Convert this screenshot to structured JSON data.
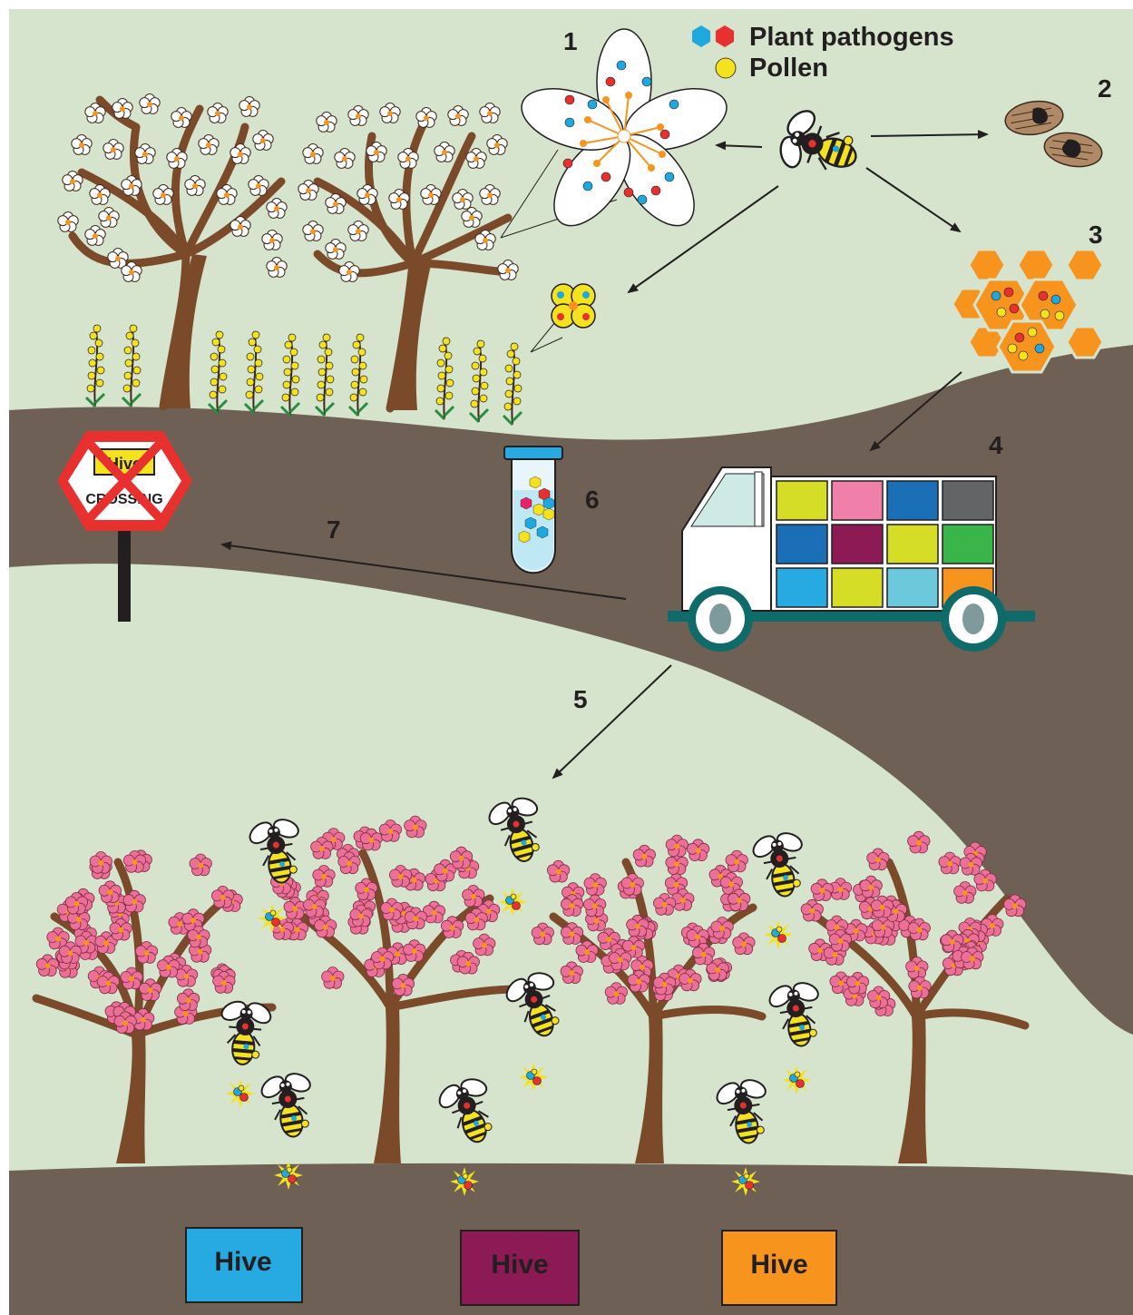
{
  "legend": {
    "pathogens_label": "Plant pathogens",
    "pollen_label": "Pollen",
    "pathogen_colors": [
      "#1ea8e0",
      "#e8312f"
    ],
    "pollen_color": "#f4e21e"
  },
  "steps": [
    "1",
    "2",
    "3",
    "4",
    "5",
    "6",
    "7"
  ],
  "sign": {
    "top_label": "Hive",
    "bottom_label": "CROSSING"
  },
  "hives": [
    {
      "label": "Hive",
      "color": "#27aae1"
    },
    {
      "label": "Hive",
      "color": "#8b1a55"
    },
    {
      "label": "Hive",
      "color": "#f7941d"
    }
  ],
  "truck_box_colors": [
    "#d5dd26",
    "#ef80a9",
    "#1a6fb7",
    "#636466",
    "#1a6fb7",
    "#8b1a55",
    "#d5dd26",
    "#3ab54a",
    "#27aae1",
    "#d5dd26",
    "#6cc9dc",
    "#f7941d"
  ],
  "colors": {
    "sky": "#d6e4cd",
    "ground": "#6e6055",
    "trunk": "#7a4a2b",
    "white_blossom": "#ffffff",
    "pink_blossom": "#ec6f97"
  }
}
